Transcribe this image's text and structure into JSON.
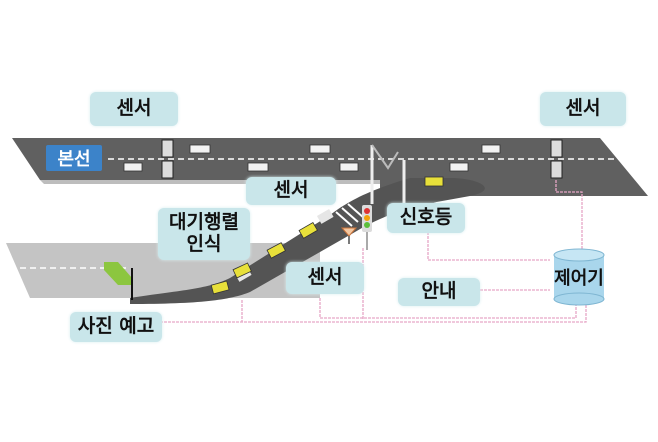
{
  "title": "Ramp metering system diagram",
  "labels": {
    "sensor_top_left": "센서",
    "sensor_top_right": "센서",
    "sensor_mid": "센서",
    "sensor_ramp": "센서",
    "main_line": "본선",
    "queue_recognition": "대기행렬\n인식",
    "traffic_light": "신호등",
    "guidance": "안내",
    "controller": "제어기",
    "advance_notice": "사진 예고"
  },
  "colors": {
    "road_main": "#606060",
    "road_ramp": "#5a5a5a",
    "road_side": "#c4c4c4",
    "label_bg": "#c9e6ea",
    "main_line_badge": "#3c83c9",
    "connector_line": "#e6a6c6",
    "car_white": "#f2f2f2",
    "car_yellow": "#e8e03a",
    "controller_fill": "#a9d6ec",
    "sign_green": "#8cc63f"
  }
}
